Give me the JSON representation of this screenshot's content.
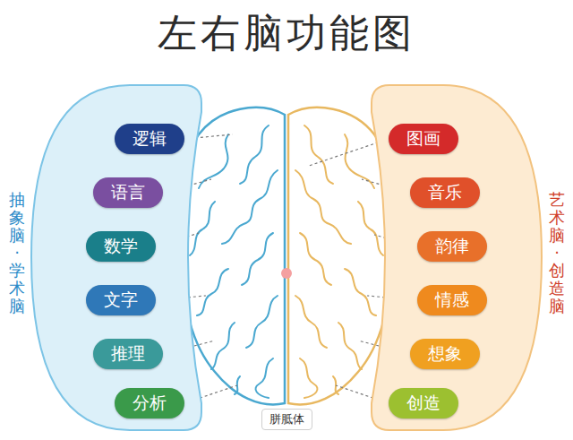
{
  "diagram": {
    "title": "左右脑功能图",
    "nodes": [
      {
        "text": [
          "抽象脑·学术脑"
        ]
      },
      {
        "text": [
          "逻辑"
        ],
        "in": 0
      },
      {
        "text": [
          "语言"
        ],
        "in": 0
      },
      {
        "text": [
          "数学"
        ],
        "in": 0
      },
      {
        "text": [
          "文字"
        ],
        "in": 0
      },
      {
        "text": [
          "推理"
        ],
        "in": 0
      },
      {
        "text": [
          "分析"
        ],
        "in": 0
      },
      {
        "text": [
          "艺术脑·创造脑"
        ]
      },
      {
        "text": [
          "图画"
        ],
        "in": 7
      },
      {
        "text": [
          "音乐"
        ],
        "in": 7
      },
      {
        "text": [
          "韵律"
        ],
        "in": 7
      },
      {
        "text": [
          "情感"
        ],
        "in": 7
      },
      {
        "text": [
          "想象"
        ],
        "in": 7
      },
      {
        "text": [
          "创造"
        ],
        "in": 7
      },
      {
        "text": [
          "胼胝体"
        ]
      }
    ]
  }
}
